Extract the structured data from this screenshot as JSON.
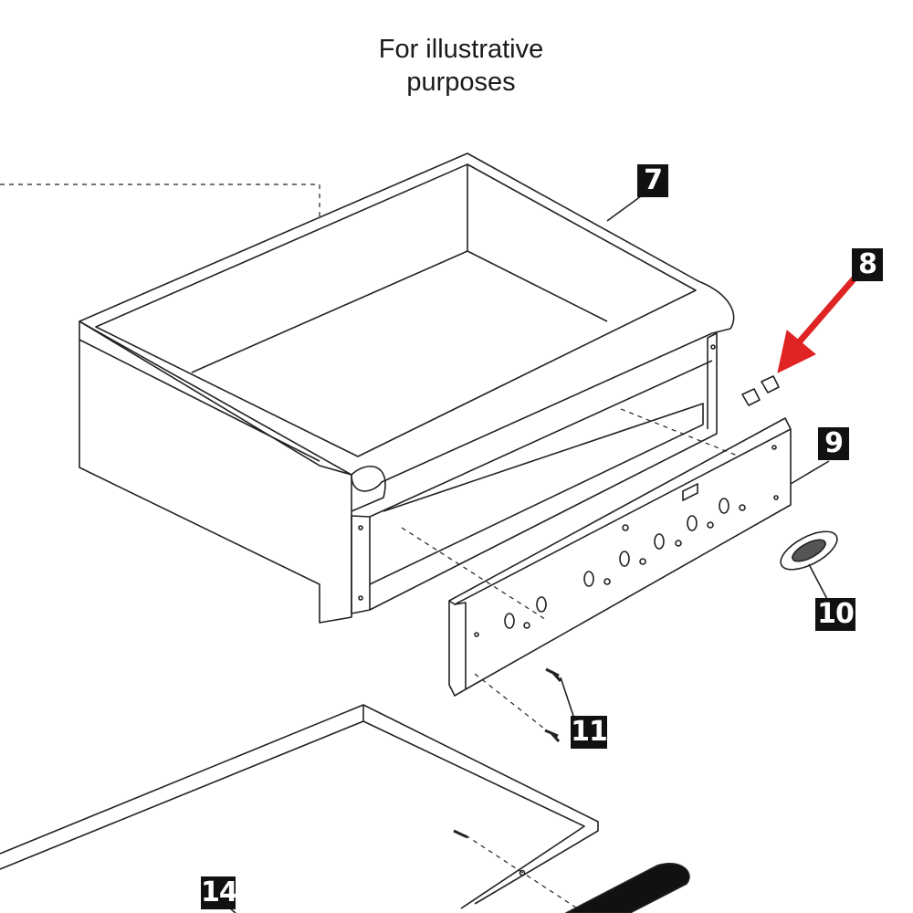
{
  "caption": {
    "line1": "For illustrative",
    "line2": "purposes"
  },
  "callouts": {
    "part_7": "7",
    "part_8": "8",
    "part_9": "9",
    "part_10": "10",
    "part_11": "11",
    "part_14": "14"
  },
  "colors": {
    "line": "#222222",
    "highlight_arrow": "#e02323",
    "callout_bg": "#111111",
    "callout_text": "#ffffff"
  }
}
